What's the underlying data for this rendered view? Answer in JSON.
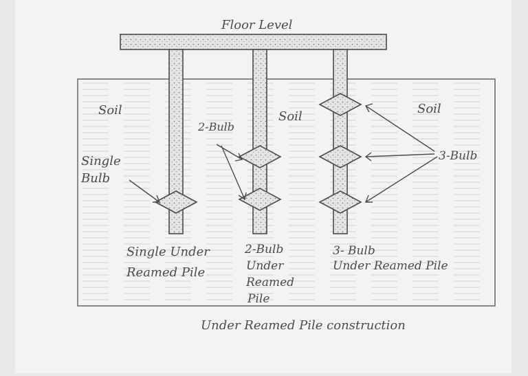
{
  "diagram": {
    "floor_label": "Floor Level",
    "soil_labels": [
      "Soil",
      "Soil",
      "Soil"
    ],
    "callouts": {
      "single_bulb": [
        "Single",
        "Bulb"
      ],
      "two_bulb": "2-Bulb",
      "three_bulb": "3-Bulb"
    },
    "pile_captions": {
      "single": [
        "Single Under",
        "Reamed Pile"
      ],
      "two": [
        "2-Bulb",
        "Under",
        "Reamed",
        "Pile"
      ],
      "three": [
        "3- Bulb",
        "Under Reamed Pile"
      ]
    },
    "caption": "Under Reamed Pile construction"
  },
  "colors": {
    "paper": "#f3f3f2",
    "ink": "#4a4a58",
    "concrete": "#e2e2e0",
    "soil_hatch": "#b9b9bf"
  }
}
